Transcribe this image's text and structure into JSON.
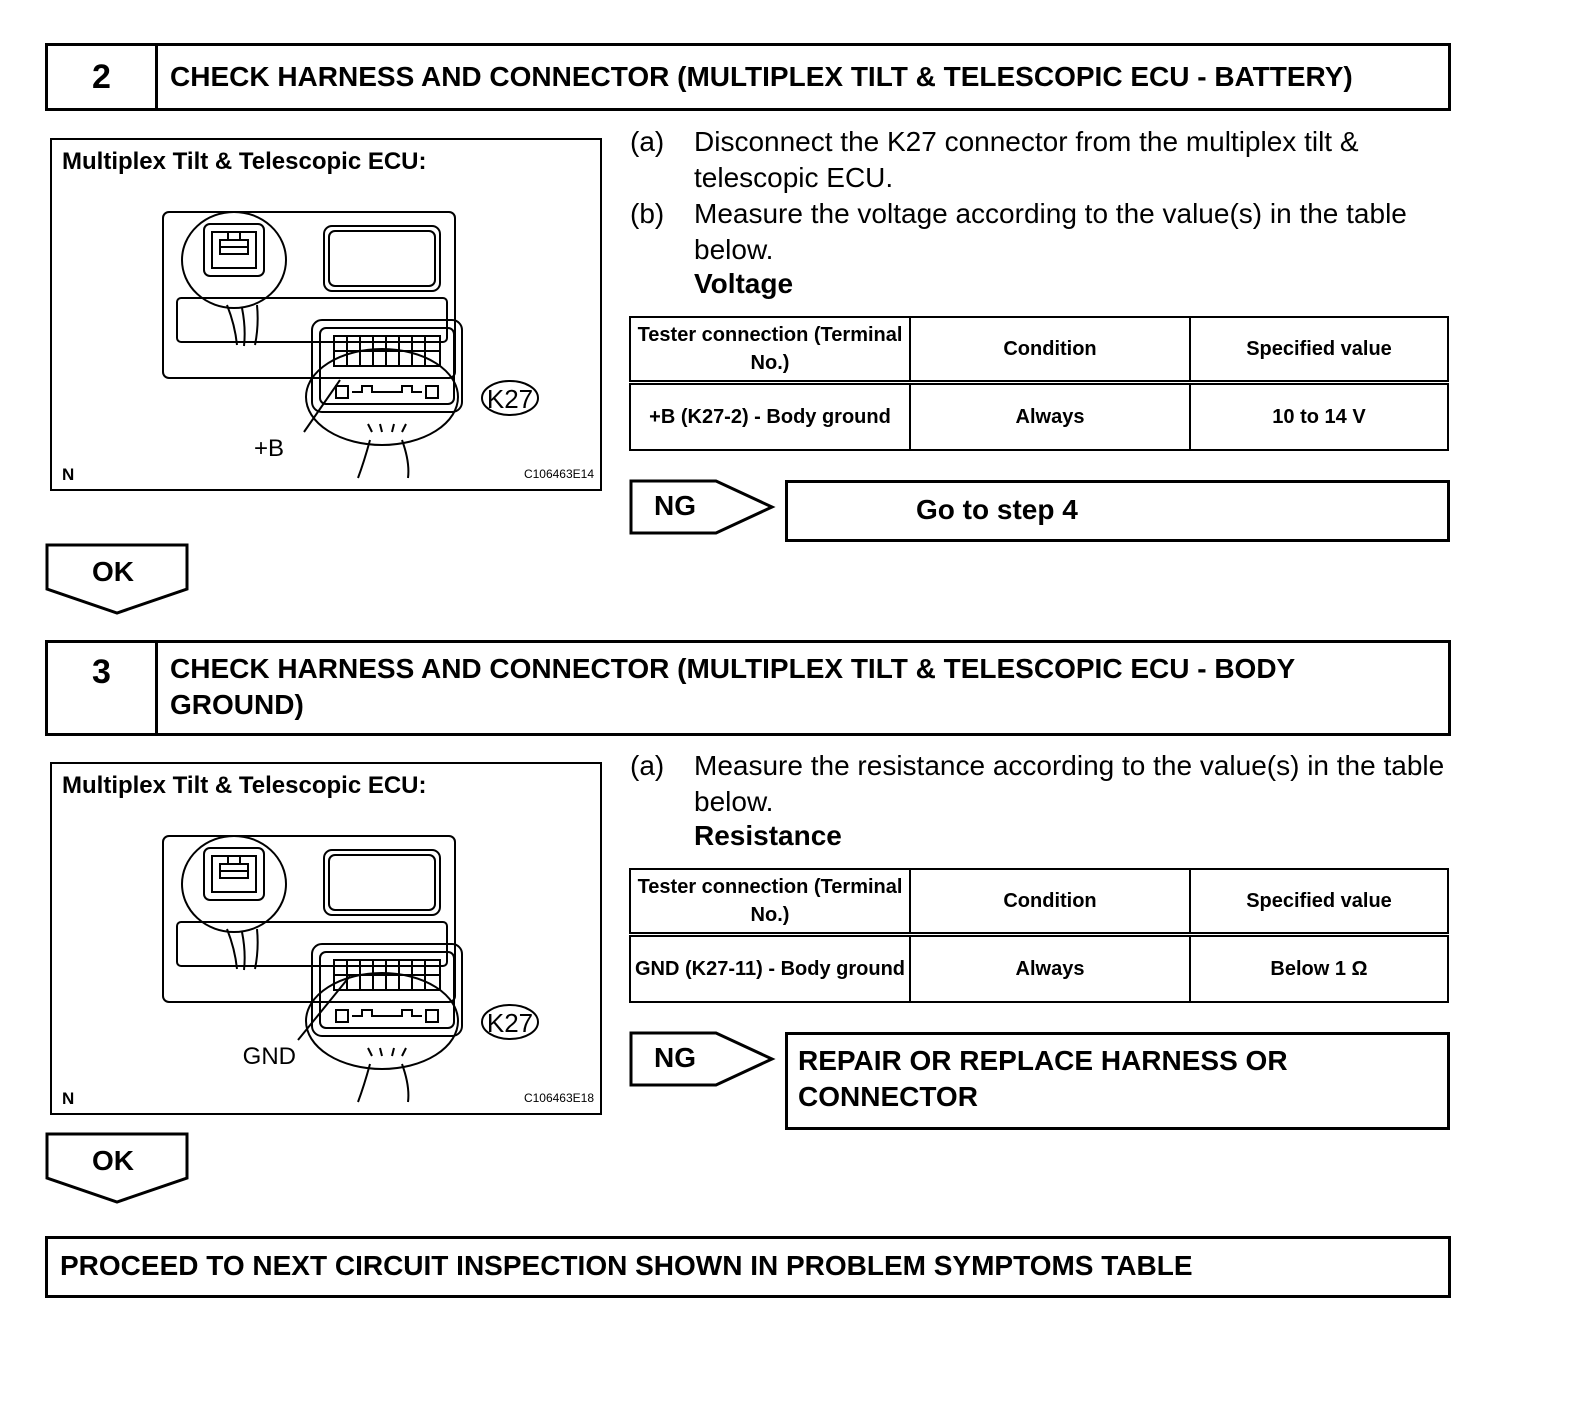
{
  "steps": [
    {
      "number": "2",
      "title": "CHECK HARNESS AND CONNECTOR (MULTIPLEX TILT & TELESCOPIC ECU - BATTERY)",
      "figure": {
        "title": "Multiplex Tilt & Telescopic ECU:",
        "connector": "K27",
        "terminal": "+B",
        "view": "N",
        "code": "C106463E14"
      },
      "instructions": [
        {
          "label": "(a)",
          "text": "Disconnect the K27 connector from the multiplex tilt & telescopic ECU."
        },
        {
          "label": "(b)",
          "text": "Measure the voltage according to the value(s) in the table below."
        }
      ],
      "table_heading": "Voltage",
      "table": {
        "headers": [
          "Tester connection (Terminal No.)",
          "Condition",
          "Specified value"
        ],
        "rows": [
          [
            "+B (K27-2) - Body ground",
            "Always",
            "10 to 14 V"
          ]
        ]
      },
      "ng": {
        "label": "NG",
        "result": "Go to step 4"
      },
      "ok": "OK"
    },
    {
      "number": "3",
      "title": "CHECK HARNESS AND CONNECTOR (MULTIPLEX TILT & TELESCOPIC ECU - BODY GROUND)",
      "figure": {
        "title": "Multiplex Tilt & Telescopic ECU:",
        "connector": "K27",
        "terminal": "GND",
        "view": "N",
        "code": "C106463E18"
      },
      "instructions": [
        {
          "label": "(a)",
          "text": "Measure the resistance according to the value(s) in the table below."
        }
      ],
      "table_heading": "Resistance",
      "table": {
        "headers": [
          "Tester connection (Terminal No.)",
          "Condition",
          "Specified value"
        ],
        "rows": [
          [
            "GND (K27-11) - Body ground",
            "Always",
            "Below 1 Ω"
          ]
        ]
      },
      "ng": {
        "label": "NG",
        "result": "REPAIR OR REPLACE HARNESS OR CONNECTOR"
      },
      "ok": "OK"
    }
  ],
  "final": "PROCEED TO NEXT CIRCUIT INSPECTION SHOWN IN PROBLEM SYMPTOMS TABLE"
}
